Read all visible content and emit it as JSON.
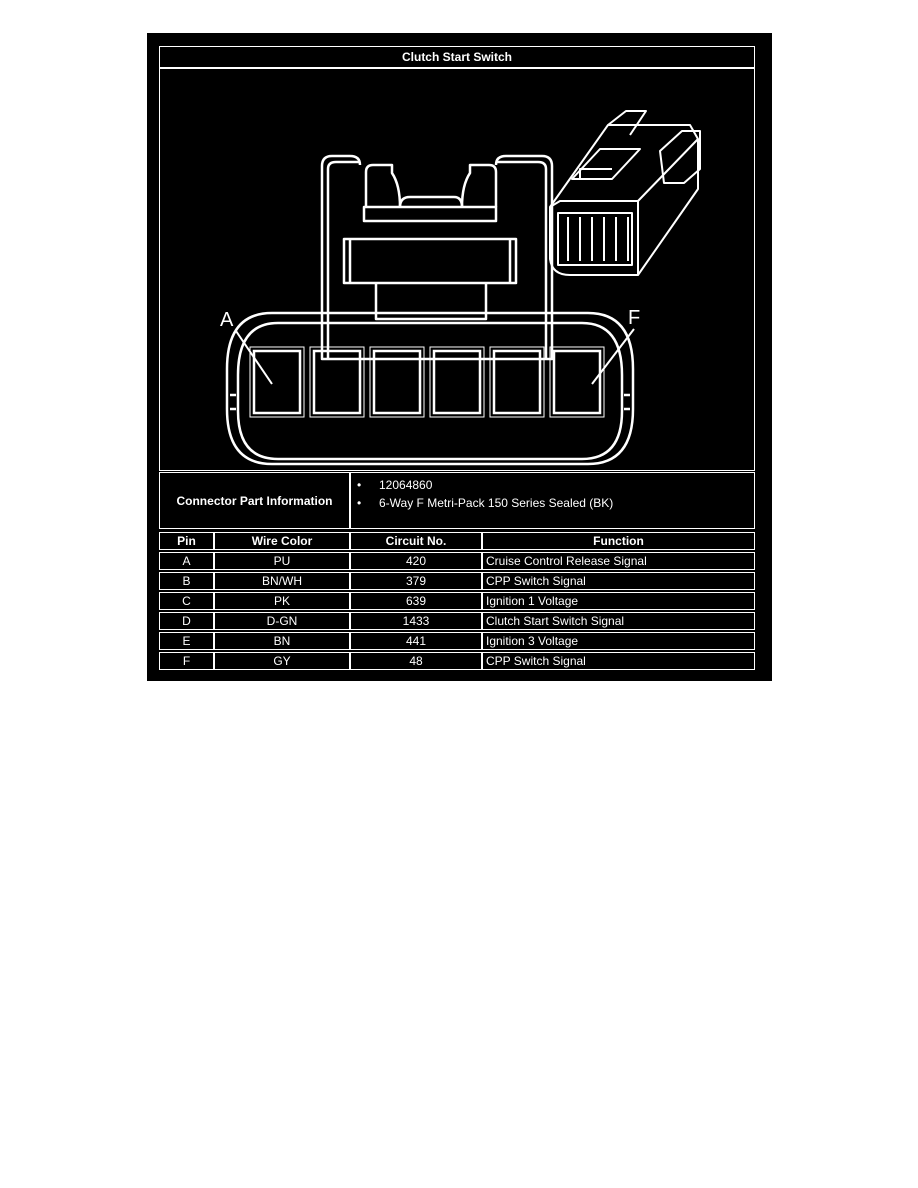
{
  "title": "Clutch Start Switch",
  "diagram": {
    "label_a": "A",
    "label_f": "F",
    "cavity_count": 6
  },
  "connector": {
    "label": "Connector Part Information",
    "items": [
      "12064860",
      "6-Way F Metri-Pack 150 Series Sealed (BK)"
    ]
  },
  "table": {
    "headers": [
      "Pin",
      "Wire Color",
      "Circuit No.",
      "Function"
    ],
    "rows": [
      [
        "A",
        "PU",
        "420",
        "Cruise Control Release Signal"
      ],
      [
        "B",
        "BN/WH",
        "379",
        "CPP Switch Signal"
      ],
      [
        "C",
        "PK",
        "639",
        "Ignition 1 Voltage"
      ],
      [
        "D",
        "D-GN",
        "1433",
        "Clutch Start Switch Signal"
      ],
      [
        "E",
        "BN",
        "441",
        "Ignition 3 Voltage"
      ],
      [
        "F",
        "GY",
        "48",
        "CPP Switch Signal"
      ]
    ]
  }
}
